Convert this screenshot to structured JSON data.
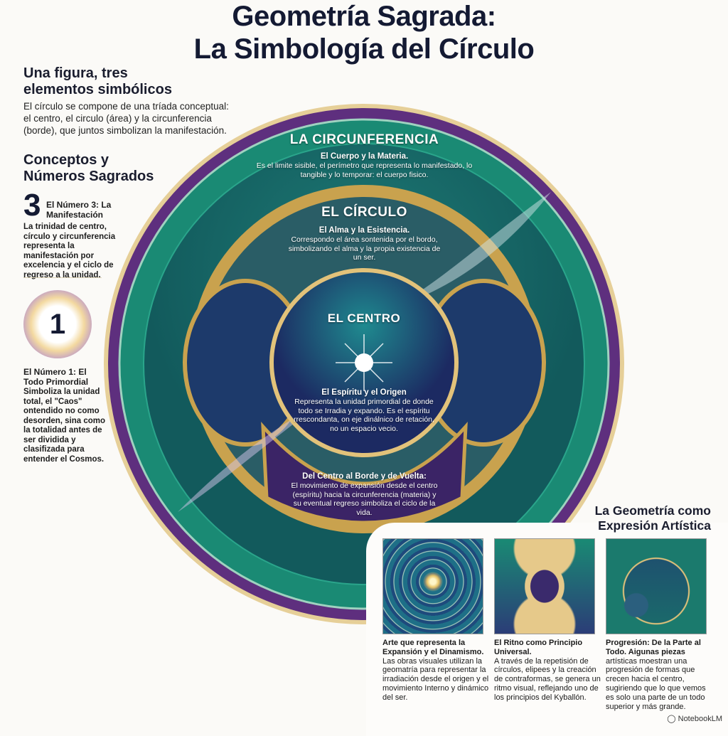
{
  "title": {
    "line1": "Geometría Sagrada:",
    "line2": "La Simbología del Círculo"
  },
  "left": {
    "heading1": "Una figura, tres elementos simbólicos",
    "intro": "El círculo se compone de una tríada conceptual: el centro, el circulo (área) y la circunferencia (borde), que juntos simbolizan la manifestación.",
    "heading2": "Conceptos y Números Sagrados",
    "number3": {
      "numeral": "3",
      "title": "El Número 3: La Manifestación",
      "text": "La trinidad de centro, círculo y circunferencia representa la manifestación por excelencia y el ciclo de regreso a la unidad."
    },
    "number1": {
      "numeral": "1",
      "title": "El Número 1: El Todo Primordial",
      "text": "Simboliza la unidad total, el \"Caos\" ontendido no como desorden, sina como la totalidad antes de ser dividida y clasifizada para entender el Cosmos."
    }
  },
  "diagram": {
    "circunferencia": {
      "title": "LA CIRCUNFERENCIA",
      "subtitle": "El Cuerpo y la Materia.",
      "text": "Es el limite sisible, el perímetro que representa lo manifestado, lo tangible y lo temporar: el cuerpo fisico."
    },
    "circulo": {
      "title": "EL CÍRCULO",
      "subtitle": "El Alma y la Esistencia.",
      "text": "Correspondo el área sontenida por el bordo, simbolizando el alma y la propia existencia de un ser."
    },
    "centro": {
      "title": "EL CENTRO",
      "subtitle": "El Espíritu y el Origen",
      "text": "Representa la unidad primordial de donde todo se Irradia y expando. Es el espíritu rrescondanta, on eje dinálnico de retación, no un espacio vecio."
    },
    "movimiento": {
      "title": "Del Centro al Borde y de Vuelta:",
      "text": "El movimiento de expansión desde el centro (espíritu) hacia la circunferencia (materia) y su eventual regreso simboliza el ciclo de la vida."
    },
    "colors": {
      "purple": "#5e2f7e",
      "green": "#17806f",
      "gold": "#c9a24e",
      "navy": "#1d3468"
    }
  },
  "art": {
    "heading": "La Geometría como Expresión Artística",
    "items": [
      {
        "title": "Arte que representa la Expansión y el Dinamismo.",
        "text": "Las obras visuales utilizan la geomatría para representar la irradiación desde el origen y el movimiento Interno y dinámico del ser."
      },
      {
        "title": "El Ritno como Principio Universal.",
        "text": "A través de la repetisión de círculos, elipees y la creación de contraformas, se genera un ritmo visual, reflejando uno de los principios del Kyballón."
      },
      {
        "title": "Progresión: De la Parte al Todo. Aigunas piezas",
        "text": "artísticas moestran una progresión de formas que crecen hacia el centro, sugiriendo que lo que vemos es solo una parte de un todo superior y más grande."
      }
    ]
  },
  "footer": {
    "brand": "NotebookLM"
  }
}
